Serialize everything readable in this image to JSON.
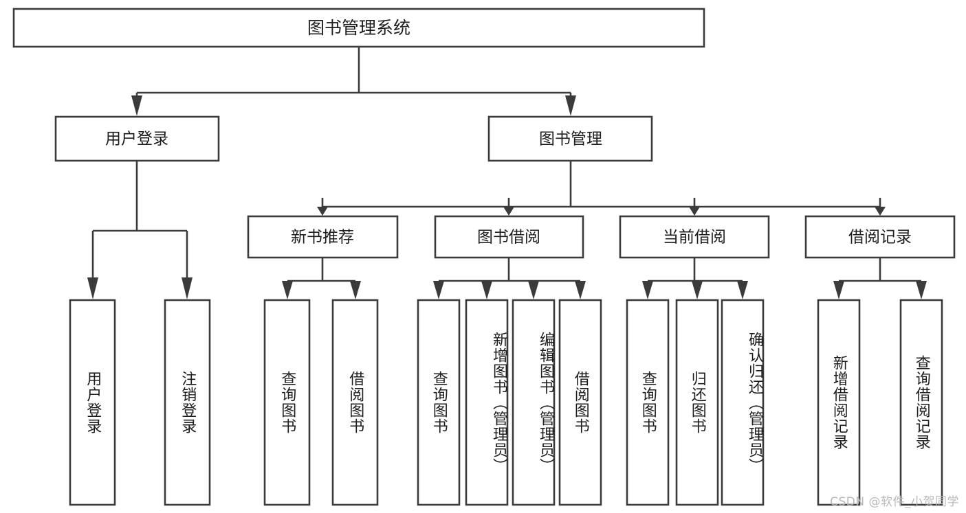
{
  "diagram": {
    "type": "tree-hierarchy",
    "title": "图书管理系统",
    "root": {
      "label": "图书管理系统",
      "children": [
        {
          "label": "用户登录",
          "children": [
            {
              "label": "用户登录"
            },
            {
              "label": "注销登录"
            }
          ]
        },
        {
          "label": "图书管理",
          "children": [
            {
              "label": "新书推荐",
              "children": [
                {
                  "label": "查询图书"
                },
                {
                  "label": "借阅图书"
                }
              ]
            },
            {
              "label": "图书借阅",
              "children": [
                {
                  "label": "查询图书"
                },
                {
                  "label": "新增图书（管理员）"
                },
                {
                  "label": "编辑图书（管理员）"
                },
                {
                  "label": "借阅图书"
                }
              ]
            },
            {
              "label": "当前借阅",
              "children": [
                {
                  "label": "查询图书"
                },
                {
                  "label": "归还图书"
                },
                {
                  "label": "确认归还（管理员）"
                }
              ]
            },
            {
              "label": "借阅记录",
              "children": [
                {
                  "label": "新增借阅记录"
                },
                {
                  "label": "查询借阅记录"
                }
              ]
            }
          ]
        }
      ]
    },
    "nodes": {
      "root": {
        "label": "图书管理系统"
      },
      "l2": [
        {
          "label": "用户登录"
        },
        {
          "label": "图书管理"
        }
      ],
      "l3": [
        {
          "label": "新书推荐"
        },
        {
          "label": "图书借阅"
        },
        {
          "label": "当前借阅"
        },
        {
          "label": "借阅记录"
        }
      ],
      "leaves": [
        {
          "label": "用户登录"
        },
        {
          "label": "注销登录"
        },
        {
          "label": "查询图书"
        },
        {
          "label": "借阅图书"
        },
        {
          "label": "查询图书"
        },
        {
          "label": "新增图书（管理员）"
        },
        {
          "label": "编辑图书（管理员）"
        },
        {
          "label": "借阅图书"
        },
        {
          "label": "查询图书"
        },
        {
          "label": "归还图书"
        },
        {
          "label": "确认归还（管理员）"
        },
        {
          "label": "新增借阅记录"
        },
        {
          "label": "查询借阅记录"
        }
      ]
    },
    "colors": {
      "box_stroke": "#3b3b3b",
      "box_fill": "#ffffff",
      "text": "#1d1d1d",
      "background": "#ffffff",
      "watermark": "#b9b9b9"
    }
  },
  "watermark": {
    "text": "CSDN @软件_小贺同学"
  }
}
